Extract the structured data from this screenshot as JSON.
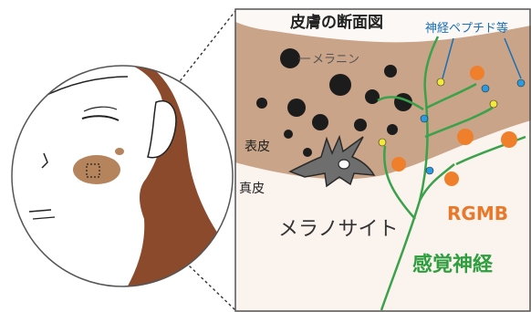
{
  "diagram": {
    "title": "皮膚の断面図",
    "neuropeptide_label": "神経ペプチド等",
    "melanin_label": "メラニン",
    "epidermis_label": "表皮",
    "dermis_label": "真皮",
    "melanocyte_label": "メラノサイト",
    "rgmb_label": "RGMB",
    "sensory_nerve_label": "感覚神経"
  },
  "colors": {
    "skin_layer": "#c9a488",
    "dermis": "#fbf3ee",
    "hair": "#8c4a2c",
    "spot": "#b5845c",
    "melanin": "#1c1c1c",
    "melanocyte": "#6e6e6e",
    "rgmb": "#f07f2c",
    "nerve": "#3aa24a",
    "peptide_blue": "#2b9be0",
    "peptide_yellow": "#f1ea3a",
    "label_blue": "#1a6fb5"
  }
}
